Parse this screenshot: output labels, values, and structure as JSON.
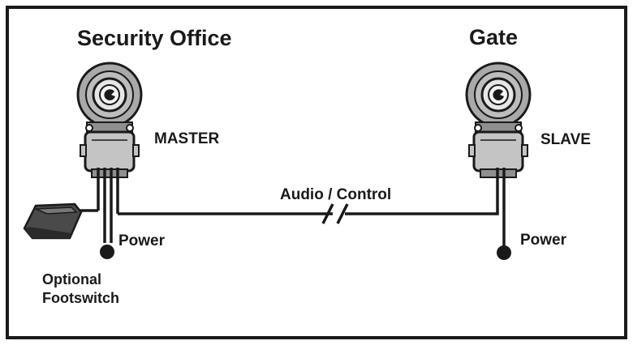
{
  "locations": {
    "left": "Security Office",
    "right": "Gate"
  },
  "units": {
    "left_role": "MASTER",
    "right_role": "SLAVE"
  },
  "connections": {
    "link_label": "Audio / Control",
    "left_power": "Power",
    "right_power": "Power"
  },
  "accessory": {
    "line1": "Optional",
    "line2": "Footswitch"
  },
  "colors": {
    "line": "#1a1a1a",
    "device_body": "#c4c4c4",
    "speaker_ring": "#a9a9a9"
  },
  "icons": [
    "intercom-unit-icon",
    "footswitch-icon",
    "power-plug-icon",
    "cable-break-icon"
  ]
}
